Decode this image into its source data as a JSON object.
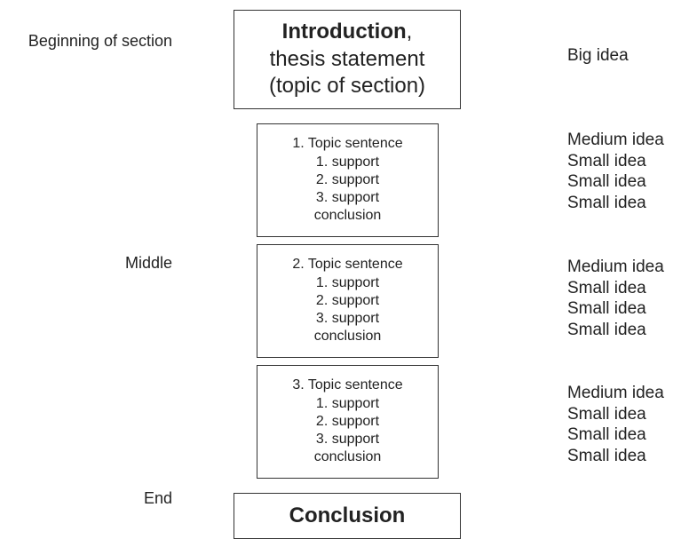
{
  "left_labels": {
    "beginning": "Beginning of section",
    "middle": "Middle",
    "end": "End"
  },
  "intro_box": {
    "title": "Introduction",
    "title_suffix": ",",
    "line2": "thesis statement",
    "line3": "(topic of section)"
  },
  "paragraphs": [
    {
      "topic": "1. Topic sentence",
      "supports": [
        "1. support",
        "2. support",
        "3. support"
      ],
      "conclusion": "conclusion"
    },
    {
      "topic": "2. Topic sentence",
      "supports": [
        "1. support",
        "2. support",
        "3. support"
      ],
      "conclusion": "conclusion"
    },
    {
      "topic": "3. Topic sentence",
      "supports": [
        "1. support",
        "2. support",
        "3. support"
      ],
      "conclusion": "conclusion"
    }
  ],
  "conclusion_box": {
    "title": "Conclusion"
  },
  "right_labels": {
    "intro": "Big idea",
    "groups": [
      [
        "Medium idea",
        "Small idea",
        "Small idea",
        "Small idea"
      ],
      [
        "Medium idea",
        "Small idea",
        "Small idea",
        "Small idea"
      ],
      [
        "Medium idea",
        "Small idea",
        "Small idea",
        "Small idea"
      ]
    ]
  }
}
